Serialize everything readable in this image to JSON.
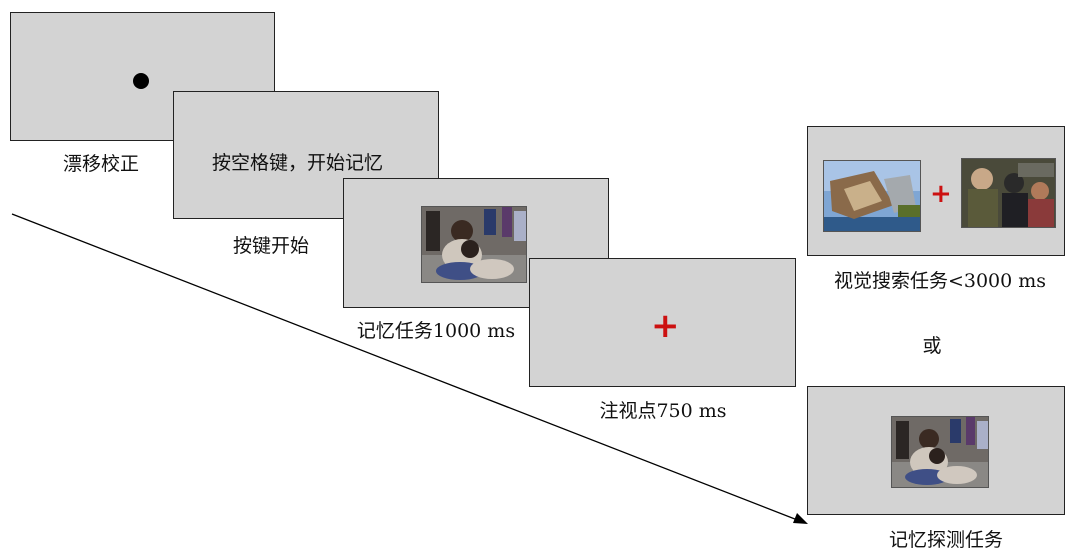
{
  "steps": {
    "drift": {
      "caption": "漂移校正"
    },
    "key_start": {
      "instruction": "按空格键，开始记忆",
      "caption": "按键开始"
    },
    "memory": {
      "caption": "记忆任务1000 ms"
    },
    "fixation": {
      "symbol": "+",
      "caption": "注视点750 ms"
    },
    "search": {
      "symbol": "+",
      "caption": "视觉搜索任务<3000 ms"
    },
    "or_label": "或",
    "probe": {
      "caption": "记忆探测任务"
    }
  },
  "colors": {
    "screen_bg": "#d3d3d3",
    "fixation_cross": "#cc1111"
  },
  "icons": {
    "drift_target": "black-dot-icon",
    "arrow": "timeline-arrow"
  }
}
